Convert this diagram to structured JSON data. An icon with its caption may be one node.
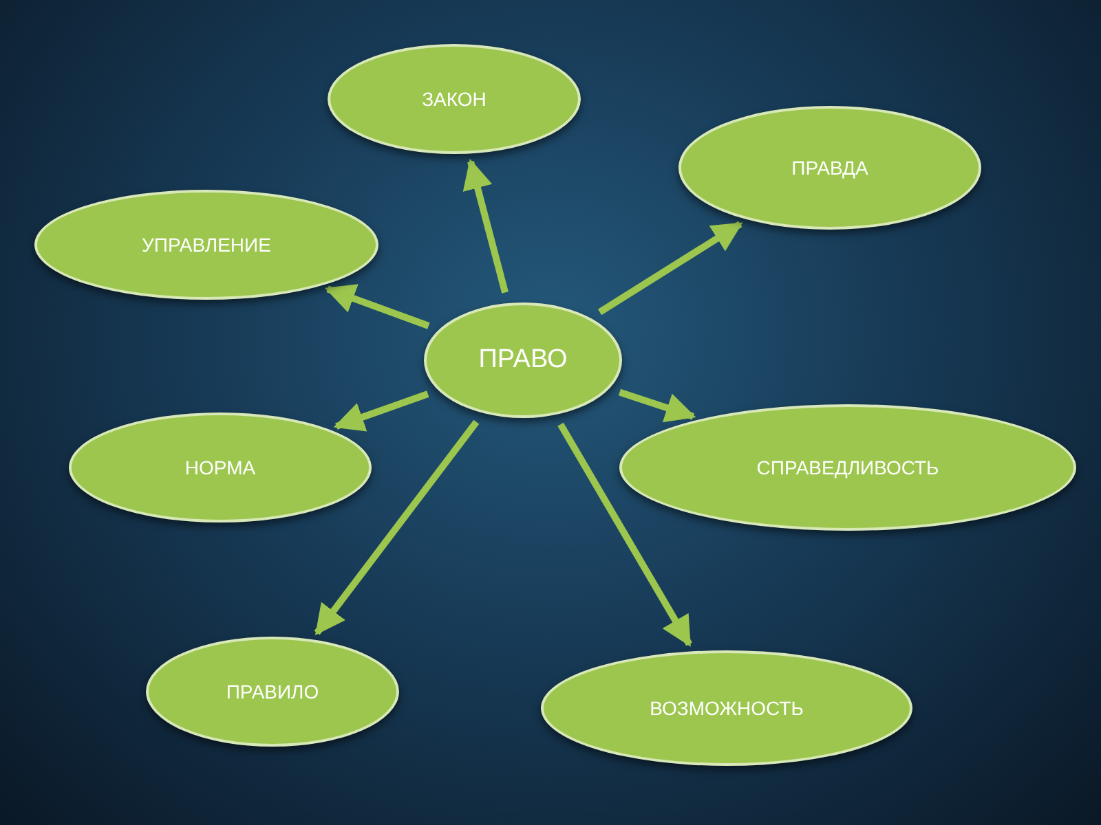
{
  "diagram": {
    "nodes": [
      {
        "text": [
          "ЗАКОН"
        ]
      },
      {
        "text": [
          "ПРАВДА"
        ]
      },
      {
        "text": [
          "УПРАВЛЕНИЕ"
        ]
      },
      {
        "text": [
          "ПРАВО"
        ]
      },
      {
        "text": [
          "НОРМА"
        ]
      },
      {
        "text": [
          "СПРАВЕДЛИВОСТЬ"
        ]
      },
      {
        "text": [
          "ПРАВИЛО"
        ]
      },
      {
        "text": [
          "ВОЗМОЖНОСТЬ"
        ]
      }
    ],
    "edges": [
      {
        "from": 3,
        "to": 0,
        "arrow": "to"
      },
      {
        "from": 3,
        "to": 1,
        "arrow": "to"
      },
      {
        "from": 3,
        "to": 2,
        "arrow": "to"
      },
      {
        "from": 3,
        "to": 5,
        "arrow": "to"
      },
      {
        "from": 3,
        "to": 4,
        "arrow": "to"
      },
      {
        "from": 3,
        "to": 6,
        "arrow": "to"
      },
      {
        "from": 3,
        "to": 7,
        "arrow": "to"
      }
    ]
  }
}
